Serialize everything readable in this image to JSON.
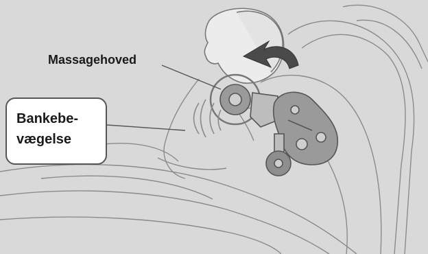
{
  "labels": {
    "massage_head": "Massagehoved",
    "tapping_line1": "Bankebe-",
    "tapping_line2": "vægelse"
  },
  "colors": {
    "background": "#d9d9d9",
    "line": "#777777",
    "mechanism": "#8e8e8e",
    "arrow": "#4a4a4a",
    "callout": "#ffffff"
  },
  "icons": [
    "massage-chair-illustration",
    "person-head-illustration",
    "rotation-arrow-icon",
    "massage-roller-mechanism",
    "tapping-motion-lines"
  ]
}
